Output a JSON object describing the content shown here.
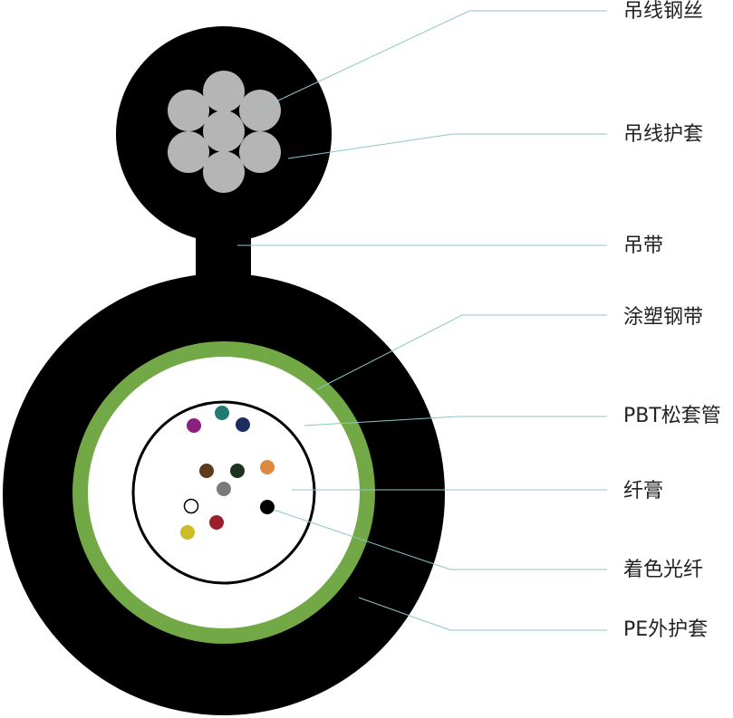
{
  "labels": {
    "messenger_wire": "吊线钢丝",
    "messenger_sheath": "吊线护套",
    "strap": "吊带",
    "coated_steel_tape": "涂塑钢带",
    "pbt_tube": "PBT松套管",
    "filling_gel": "纤膏",
    "colored_fibers": "着色光纤",
    "pe_outer_sheath": "PE外护套"
  },
  "colors": {
    "sheath": "#000000",
    "steel_wire": "#b5b5b5",
    "steel_tape": "#72a845",
    "leader_line": "#8cc7c4",
    "tube_interior": "#ffffff"
  },
  "fibers": [
    {
      "color": "#1f7a72"
    },
    {
      "color": "#8c1f80"
    },
    {
      "color": "#1e2b5e"
    },
    {
      "color": "#5c3a1e"
    },
    {
      "color": "#1c3320"
    },
    {
      "color": "#dd8a40"
    },
    {
      "color": "#7a7a7a"
    },
    {
      "color": "#ffffff"
    },
    {
      "color": "#000000"
    },
    {
      "color": "#cdbb28"
    },
    {
      "color": "#9a1f2c"
    }
  ]
}
